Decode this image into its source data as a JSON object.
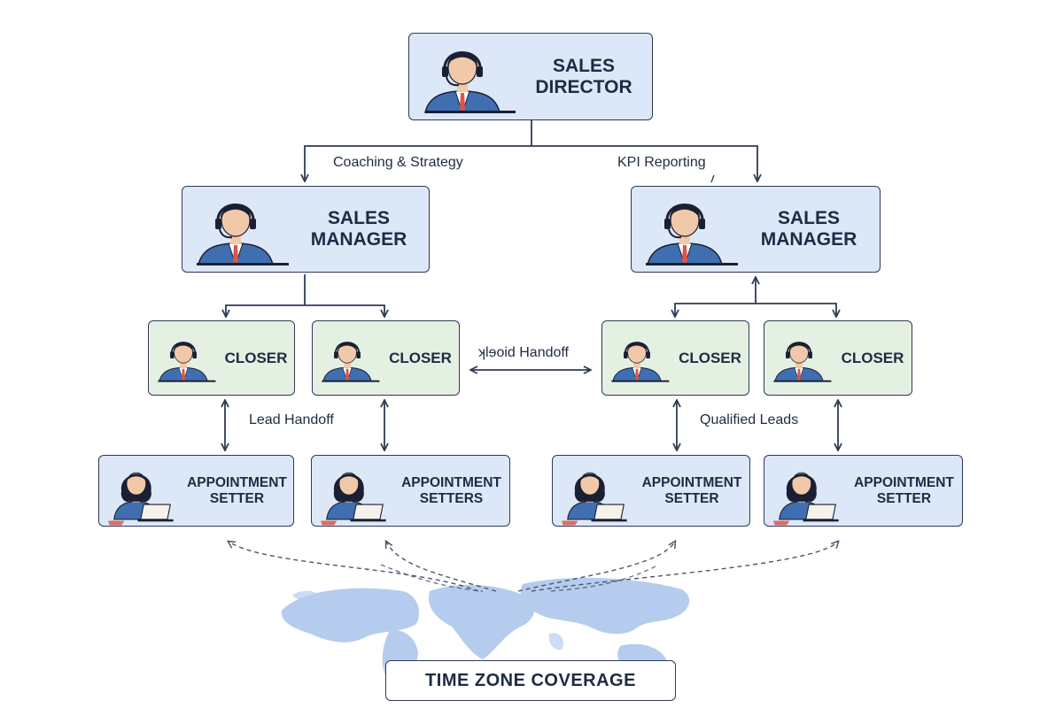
{
  "diagram": {
    "director": {
      "line1": "SALES",
      "line2": "DIRECTOR"
    },
    "managers": [
      {
        "line1": "SALES",
        "line2": "MANAGER"
      },
      {
        "line1": "SALES",
        "line2": "MANAGER"
      }
    ],
    "closers": [
      {
        "label": "CLOSER"
      },
      {
        "label": "CLOSER"
      },
      {
        "label": "CLOSER"
      },
      {
        "label": "CLOSER"
      }
    ],
    "setters": [
      {
        "line1": "APPOINTMENT",
        "line2": "SETTER"
      },
      {
        "line1": "APPOINTMENT",
        "line2": "SETTERS"
      },
      {
        "line1": "APPOINTMENT",
        "line2": "SETTER"
      },
      {
        "line1": "APPOINTMENT",
        "line2": "SETTER"
      }
    ],
    "edge_labels": {
      "coaching": "Coaching & Strategy",
      "kpi": "KPI Reporting",
      "hybrid_handoff": "ʞlɘoid Handoff",
      "lead_handoff": "Lead Handoff",
      "qualified_leads": "Qualified Leads"
    },
    "coverage_label": "TIME ZONE COVERAGE",
    "colors": {
      "box_blue": "#dce8f8",
      "box_green": "#e4f1e2",
      "outline": "#2f3a55",
      "suit": "#3f6fb0",
      "tie": "#d8574a",
      "hair": "#1b1f33",
      "skin": "#f2c9a8",
      "map": "#a9c4ec"
    },
    "icons": [
      "headset-agent-icon",
      "laptop-agent-icon",
      "world-map-icon"
    ]
  }
}
